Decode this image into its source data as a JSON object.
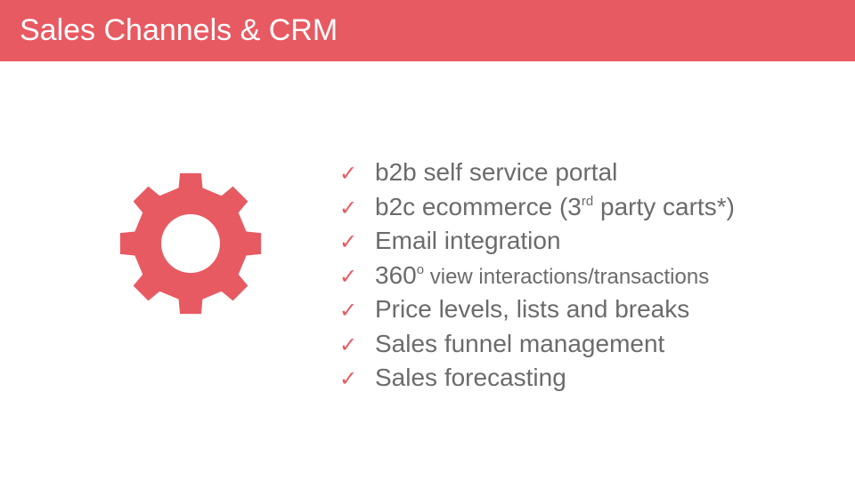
{
  "header": {
    "title": "Sales Channels & CRM",
    "background_color": "#e85a62"
  },
  "icon": {
    "name": "gear-icon",
    "color": "#e85a62"
  },
  "bullet_marker": "✓",
  "bullets": [
    {
      "text": "b2b self service portal"
    },
    {
      "pre": "b2c ecommerce (3",
      "sup": "rd",
      "post": " party carts*)"
    },
    {
      "text": "Email integration"
    },
    {
      "pre": "360",
      "sup": "o",
      "post_small": " view interactions/transactions"
    },
    {
      "text": "Price levels, lists and breaks"
    },
    {
      "text": "Sales funnel management"
    },
    {
      "text": "Sales forecasting"
    }
  ]
}
